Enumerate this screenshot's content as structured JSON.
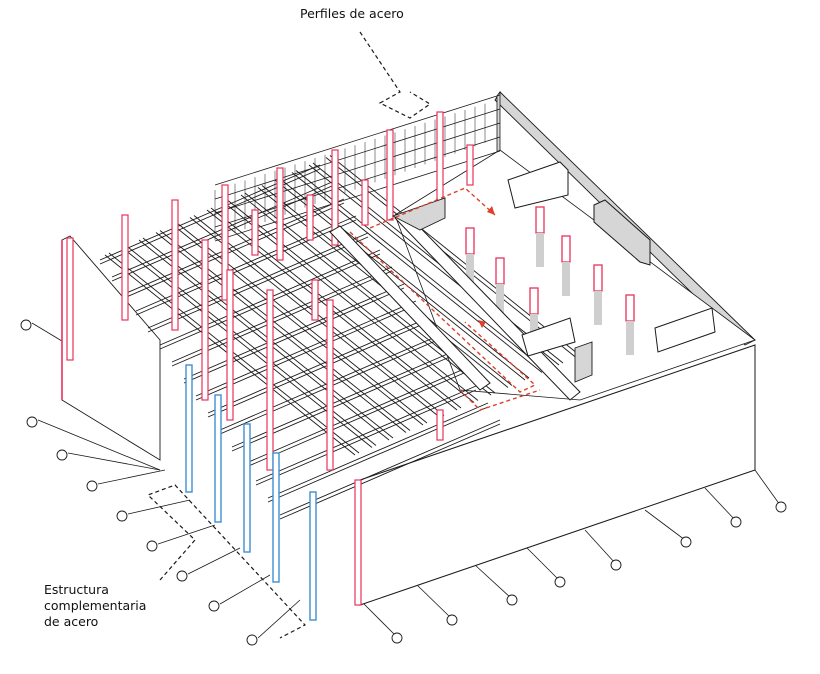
{
  "labels": {
    "steel_profiles": "Perfiles de acero",
    "complementary_structure": [
      "Estructura",
      "complementaria",
      "de acero"
    ]
  },
  "colors": {
    "line": "#1a1a1a",
    "steel_profile": "#e8325a",
    "complementary_steel": "#3f8fd2",
    "circulation_arrow": "#e0402a",
    "shadow": "#cfcfcf",
    "wall_fill": "#ffffff",
    "wall_shade": "#d6d6d6"
  },
  "legend": {
    "callouts": [
      "steel_profiles",
      "complementary_structure"
    ]
  }
}
